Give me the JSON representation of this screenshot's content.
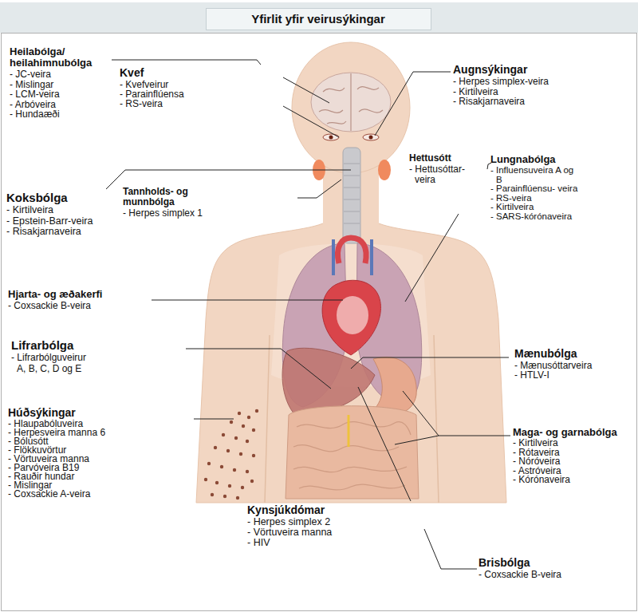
{
  "diagram": {
    "title": "Yfirlit yfir veirusýkingar",
    "labels": [
      "Heilabólga/ heilahimnubólga",
      "- JC-veira",
      "- Mislingar",
      "- LCM-veira",
      "- Arbóveira",
      "- Hundaæði",
      "Kvef",
      "- Kvefveirur",
      "- Parainflúensa",
      "- RS-veira",
      "Augnsýkingar",
      "- Herpes simplex-veira",
      "- Kirtilveira",
      "- Risakjarnaveira",
      "Hettusótt",
      "- Hettusóttar- veira",
      "Lungnabólga",
      "- Influensuveira A og B",
      "- Parainflúensu- veira",
      "- RS-veira",
      "- Kirtilveira",
      "- SARS-kórónaveira",
      "Koksbólga",
      "- Kirtilveira",
      "- Epstein-Barr-veira",
      "- Risakjarnaveira",
      "Tannholds- og munnbólga",
      "- Herpes simplex 1",
      "Hjarta- og æðakerfi",
      "- Coxsackie B-veira",
      "Lifrarbólga",
      "- Lifrarbólguveirur A, B, C, D og E",
      "Mænubólga",
      "- Mænusóttarveira",
      "- HTLV-I",
      "Húðsýkingar",
      "- Hlaupabóluveira",
      "- Herpesveira manna 6",
      "- Bólusótt",
      "- Flökkuvörtur",
      "- Vörtuveira manna",
      "- Parvóveira B19",
      "- Rauðir hundar",
      "- Mislingar",
      "- Coxsackie A-veira",
      "Maga- og garnabólga",
      "- Kirtilveira",
      "- Rótaveira",
      "- Nóróveira",
      "- Astróveira",
      "- Kórónaveira",
      "Kynsjúkdómar",
      "- Herpes simplex 2",
      "- Vörtuveira manna",
      "- HIV",
      "Brisbólga",
      "- Coxsackie B-veira"
    ]
  }
}
